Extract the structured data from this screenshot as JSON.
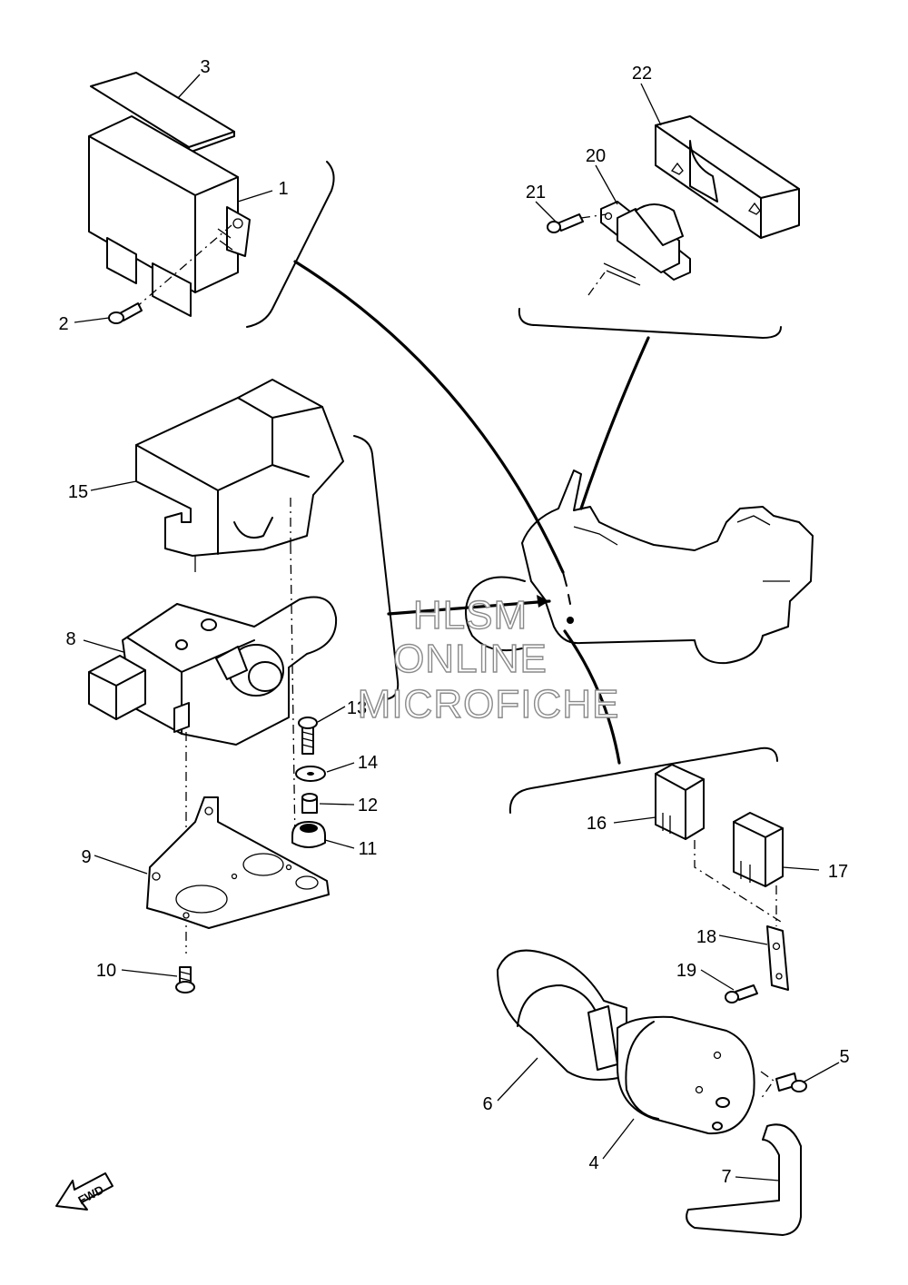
{
  "watermark": {
    "line1": "HLSM",
    "line2": "ONLINE",
    "line3": "MICROFICHE"
  },
  "direction_marker": "FWD",
  "callouts": [
    "1",
    "2",
    "3",
    "4",
    "5",
    "6",
    "7",
    "8",
    "9",
    "10",
    "11",
    "12",
    "13",
    "14",
    "15",
    "16",
    "17",
    "18",
    "19",
    "20",
    "21",
    "22"
  ]
}
